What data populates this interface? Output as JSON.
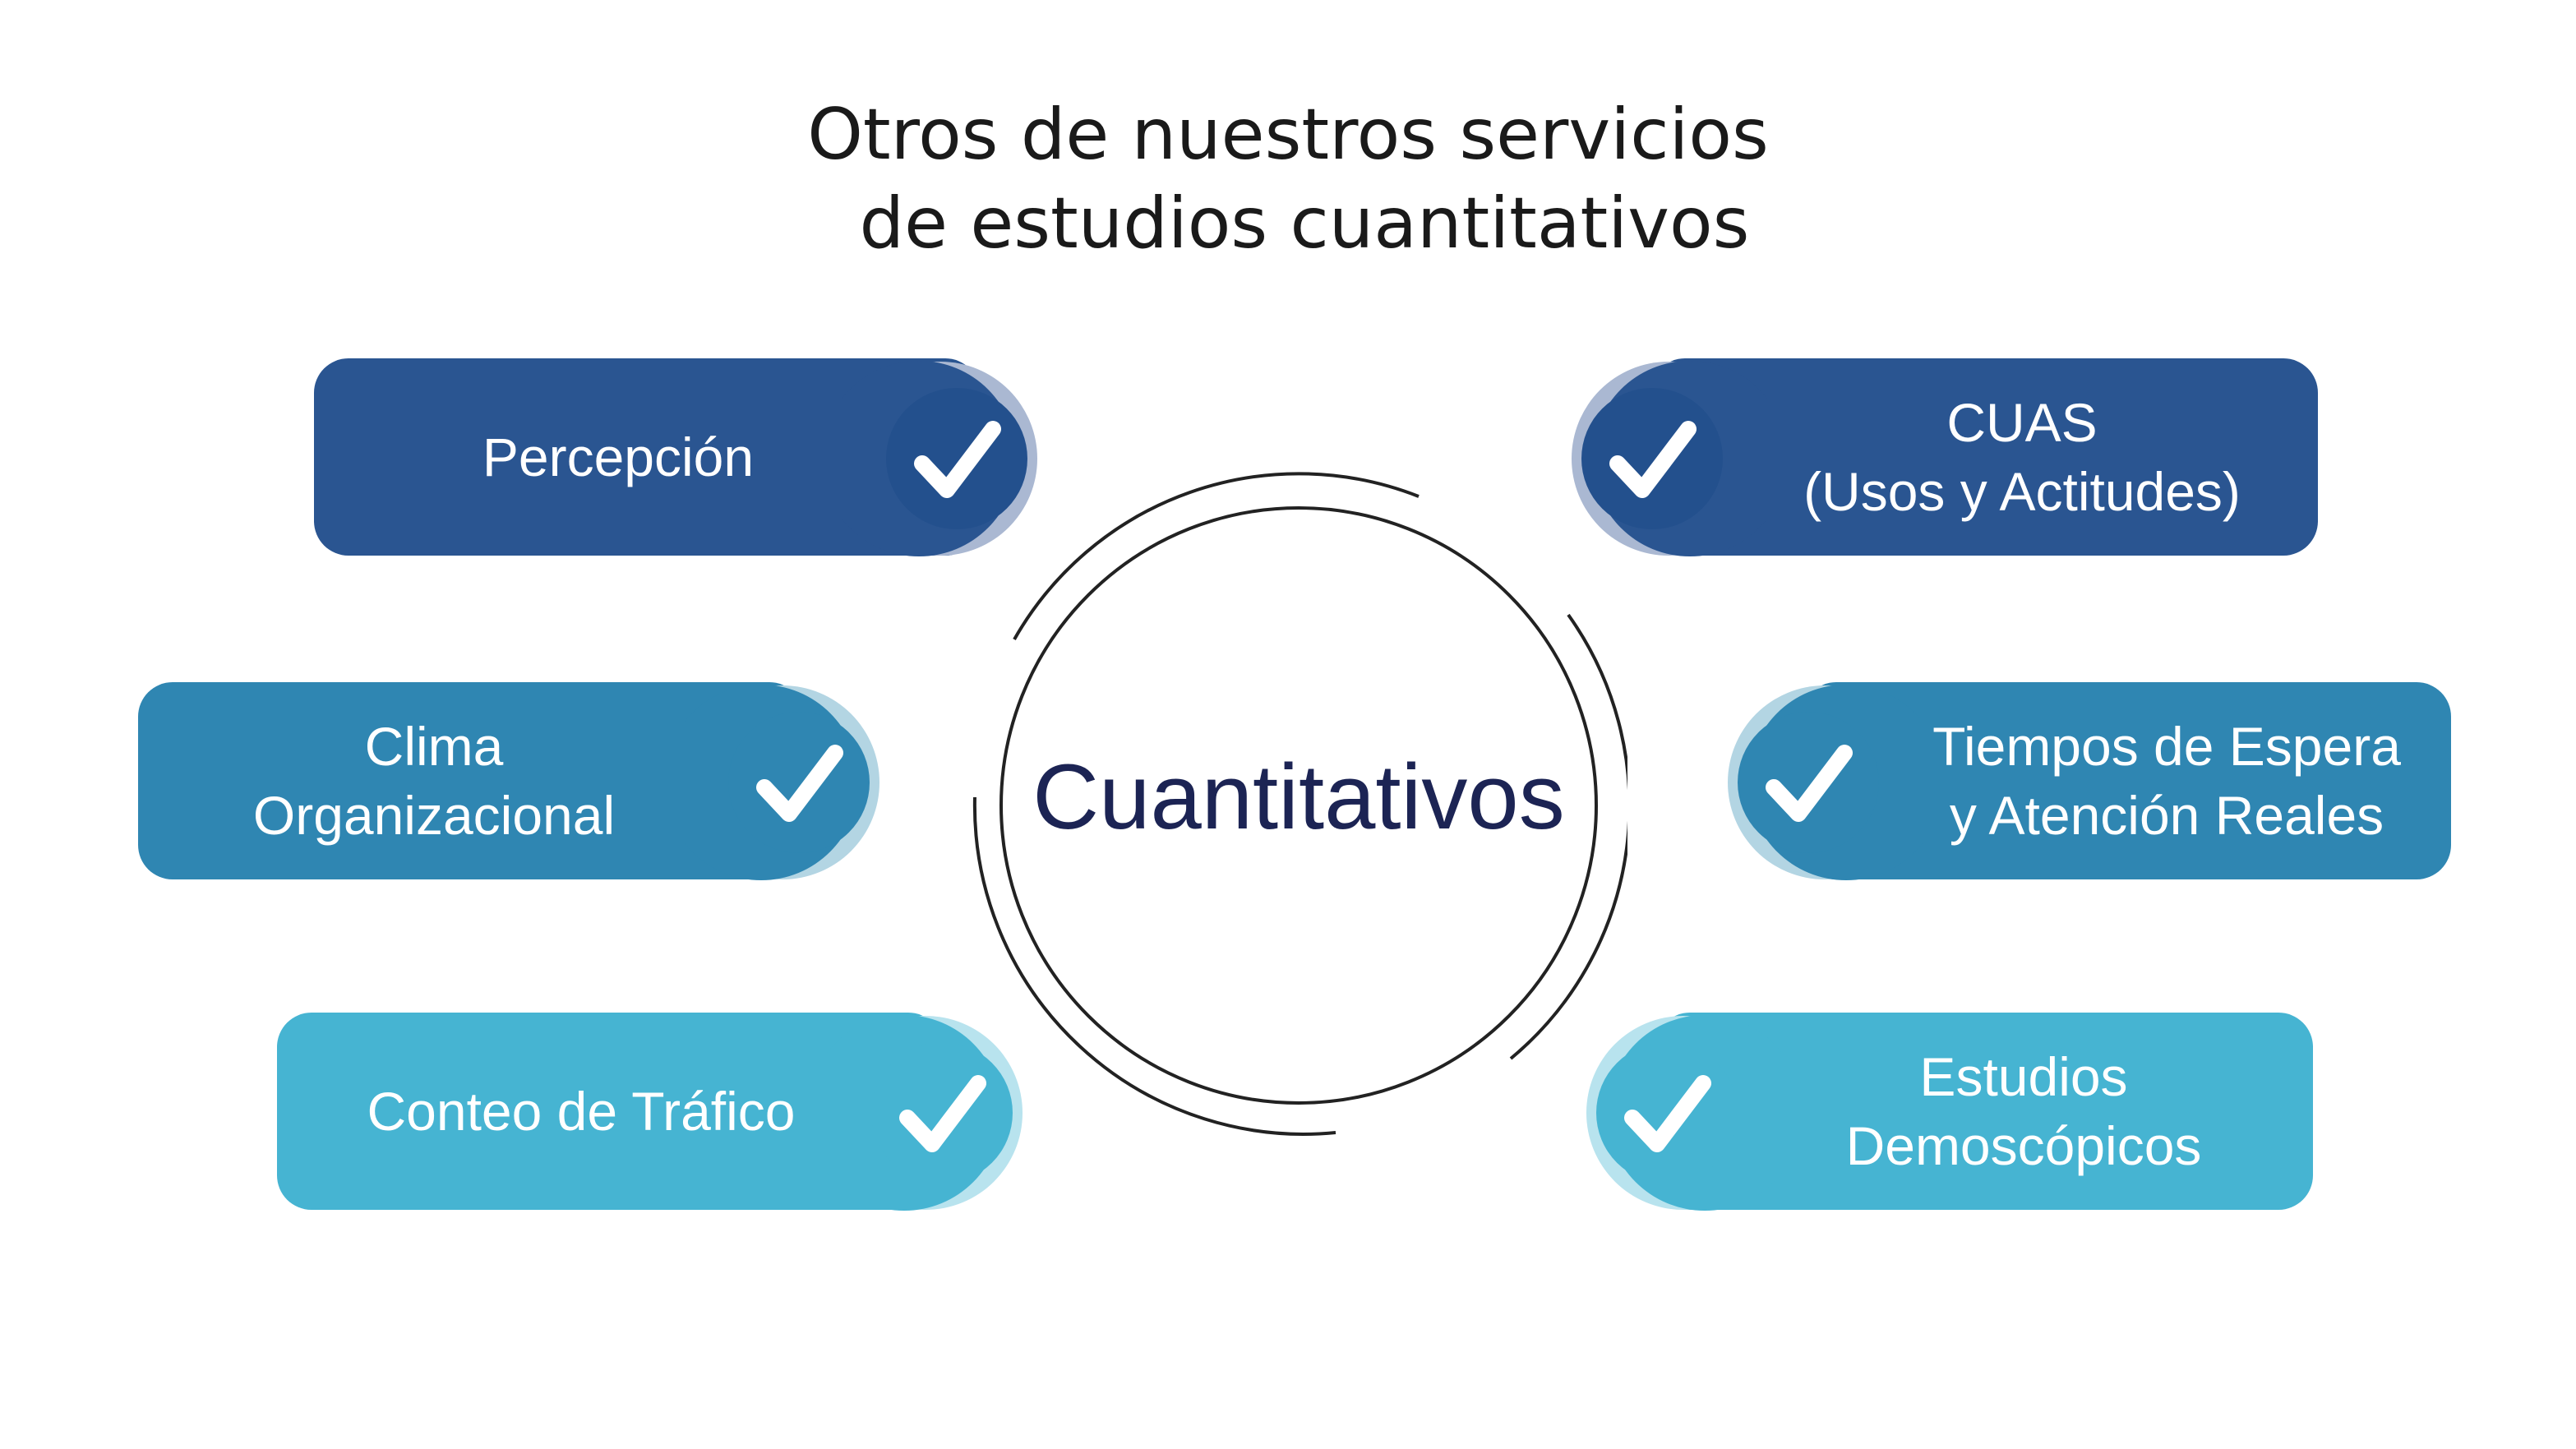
{
  "title": {
    "line1": "Otros de nuestros servicios",
    "line2": "de estudios cuantitativos"
  },
  "center": {
    "label": "Cuantitativos"
  },
  "colors": {
    "dark": "#2a5591",
    "dark_ring": "#aab8d2",
    "dark_badge": "#23508d",
    "mid": "#2f86b2",
    "mid_ring": "#b3d5e3",
    "light": "#46b4d2",
    "light_ring": "#b8e3ee",
    "center_text": "#1c2454"
  },
  "items": [
    {
      "side": "left",
      "tone": "dark",
      "icon": "check-icon",
      "lines": [
        "Percepción"
      ]
    },
    {
      "side": "left",
      "tone": "mid",
      "icon": "check-icon",
      "lines": [
        "Clima",
        "Organizacional"
      ]
    },
    {
      "side": "left",
      "tone": "light",
      "icon": "check-icon",
      "lines": [
        "Conteo de Tráfico"
      ]
    },
    {
      "side": "right",
      "tone": "dark",
      "icon": "check-icon",
      "lines": [
        "CUAS",
        "(Usos y Actitudes)"
      ]
    },
    {
      "side": "right",
      "tone": "mid",
      "icon": "check-icon",
      "lines": [
        "Tiempos de Espera",
        "y Atención Reales"
      ]
    },
    {
      "side": "right",
      "tone": "light",
      "icon": "check-icon",
      "lines": [
        "Estudios",
        "Demoscópicos"
      ]
    }
  ]
}
